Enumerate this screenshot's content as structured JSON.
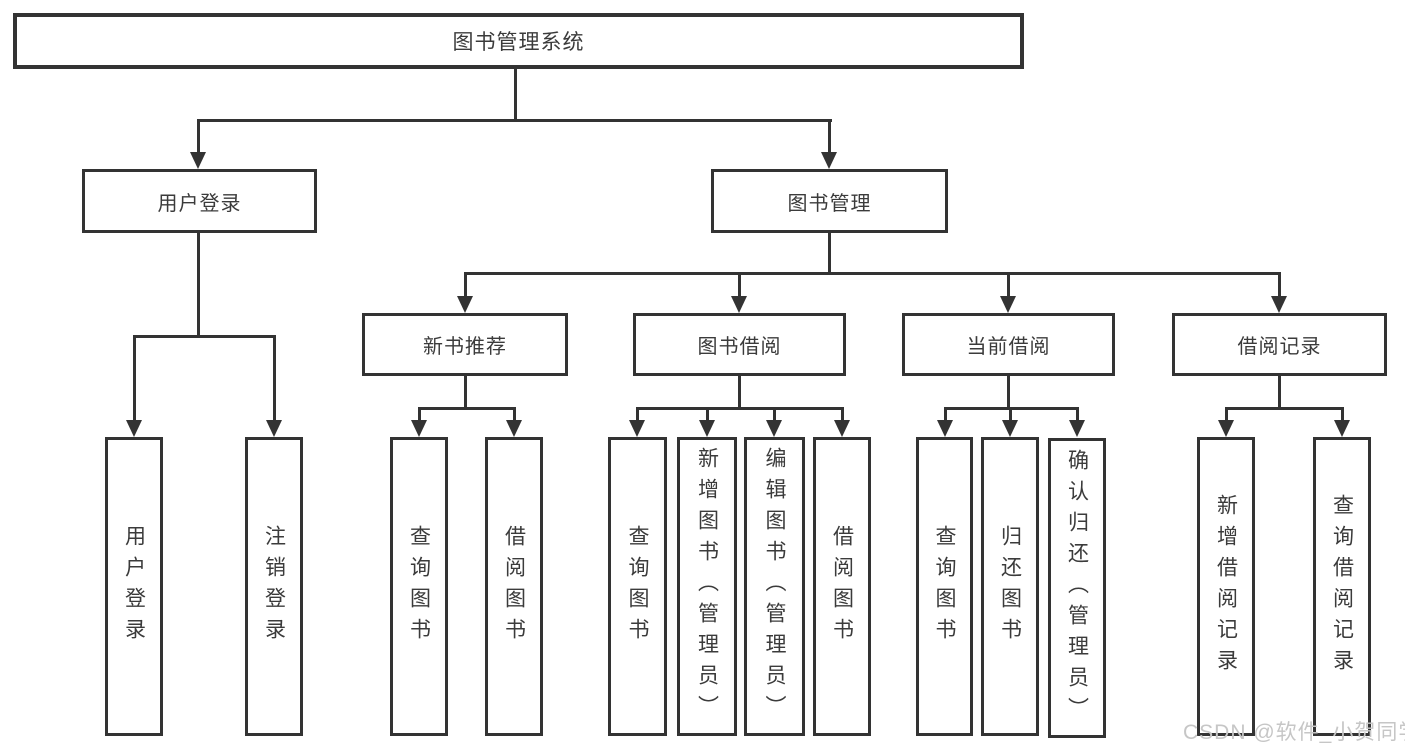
{
  "diagram": {
    "root": {
      "label": "图书管理系统"
    },
    "level2": {
      "user_login": {
        "label": "用户登录"
      },
      "book_mgmt": {
        "label": "图书管理"
      }
    },
    "level3": {
      "new_book": {
        "label": "新书推荐"
      },
      "book_borrow": {
        "label": "图书借阅"
      },
      "current_borrow": {
        "label": "当前借阅"
      },
      "borrow_record": {
        "label": "借阅记录"
      }
    },
    "leaves": {
      "user_login": [
        "用户登录",
        "注销登录"
      ],
      "new_book": [
        "查询图书",
        "借阅图书"
      ],
      "book_borrow": [
        "查询图书",
        "新增图书（管理员）",
        "编辑图书（管理员）",
        "借阅图书"
      ],
      "current_borrow": [
        "查询图书",
        "归还图书",
        "确认归还（管理员）"
      ],
      "borrow_record": [
        "新增借阅记录",
        "查询借阅记录"
      ]
    }
  },
  "watermark": {
    "text": "CSDN @软件_小贺同学"
  },
  "colors": {
    "line": "#333333",
    "text": "#3b3b3b",
    "watermark": "#c6c6c6",
    "background": "#ffffff"
  }
}
